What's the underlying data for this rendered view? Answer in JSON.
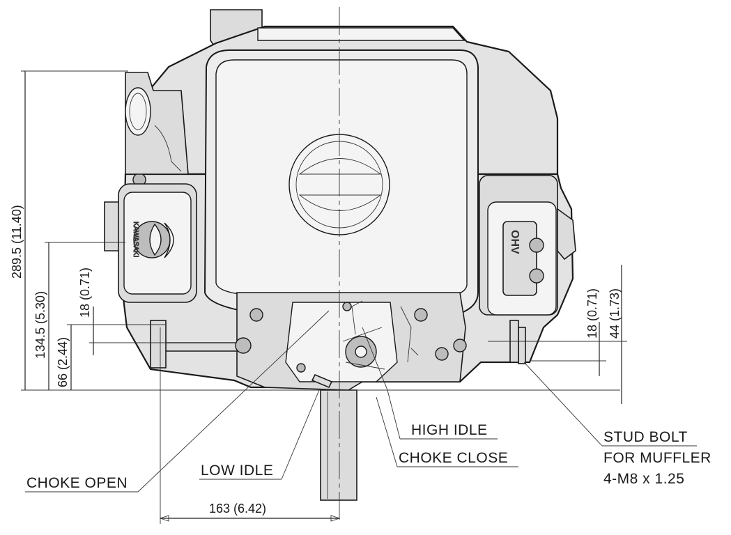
{
  "callouts": {
    "high_idle": "HIGH IDLE",
    "choke_close": "CHOKE CLOSE",
    "low_idle": "LOW IDLE",
    "choke_open": "CHOKE OPEN",
    "stud_bolt_line1": "STUD BOLT",
    "stud_bolt_line2": "FOR MUFFLER",
    "stud_bolt_line3": "4-M8 x 1.25"
  },
  "dimensions": {
    "overall_height": "289.5 (11.40)",
    "height_134": "134.5 (5.30)",
    "height_66": "66 (2.44)",
    "left_18": "18 (0.71)",
    "right_18": "18 (0.71)",
    "right_44": "44 (1.73)",
    "width_163": "163 (6.42)"
  },
  "labels": {
    "left_tank_text": "KAWASAKI",
    "right_cover_text": "OHV"
  }
}
